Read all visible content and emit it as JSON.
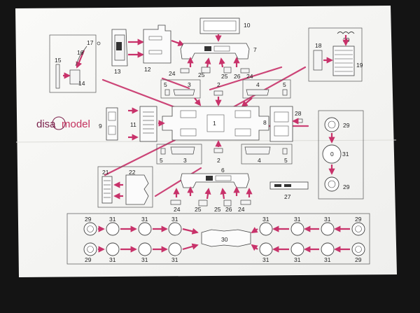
{
  "diagram": {
    "brand": {
      "name_part1": "disa",
      "name_part2": "model"
    },
    "address_lines": [
      "",
      "",
      "",
      "",
      "",
      ""
    ],
    "part_numbers": {
      "p1": "1",
      "p2": "2",
      "p3": "3",
      "p4": "4",
      "p5": "5",
      "p6": "6",
      "p7": "7",
      "p8": "8",
      "p9": "9",
      "p10": "10",
      "p11": "11",
      "p12": "12",
      "p13": "13",
      "p14": "14",
      "p15": "15",
      "p16": "16",
      "p17": "17",
      "p18": "18",
      "p19": "19",
      "p20": "20",
      "p21": "21",
      "p22": "22",
      "p24": "24",
      "p25": "25",
      "p26": "26",
      "p27": "27",
      "p28": "28",
      "p29": "29",
      "p30": "30",
      "p31": "31"
    },
    "colors": {
      "arrow": "#c8326a",
      "sheet": "#f6f6f4",
      "line_art": "#444444",
      "background": "#141414"
    }
  }
}
